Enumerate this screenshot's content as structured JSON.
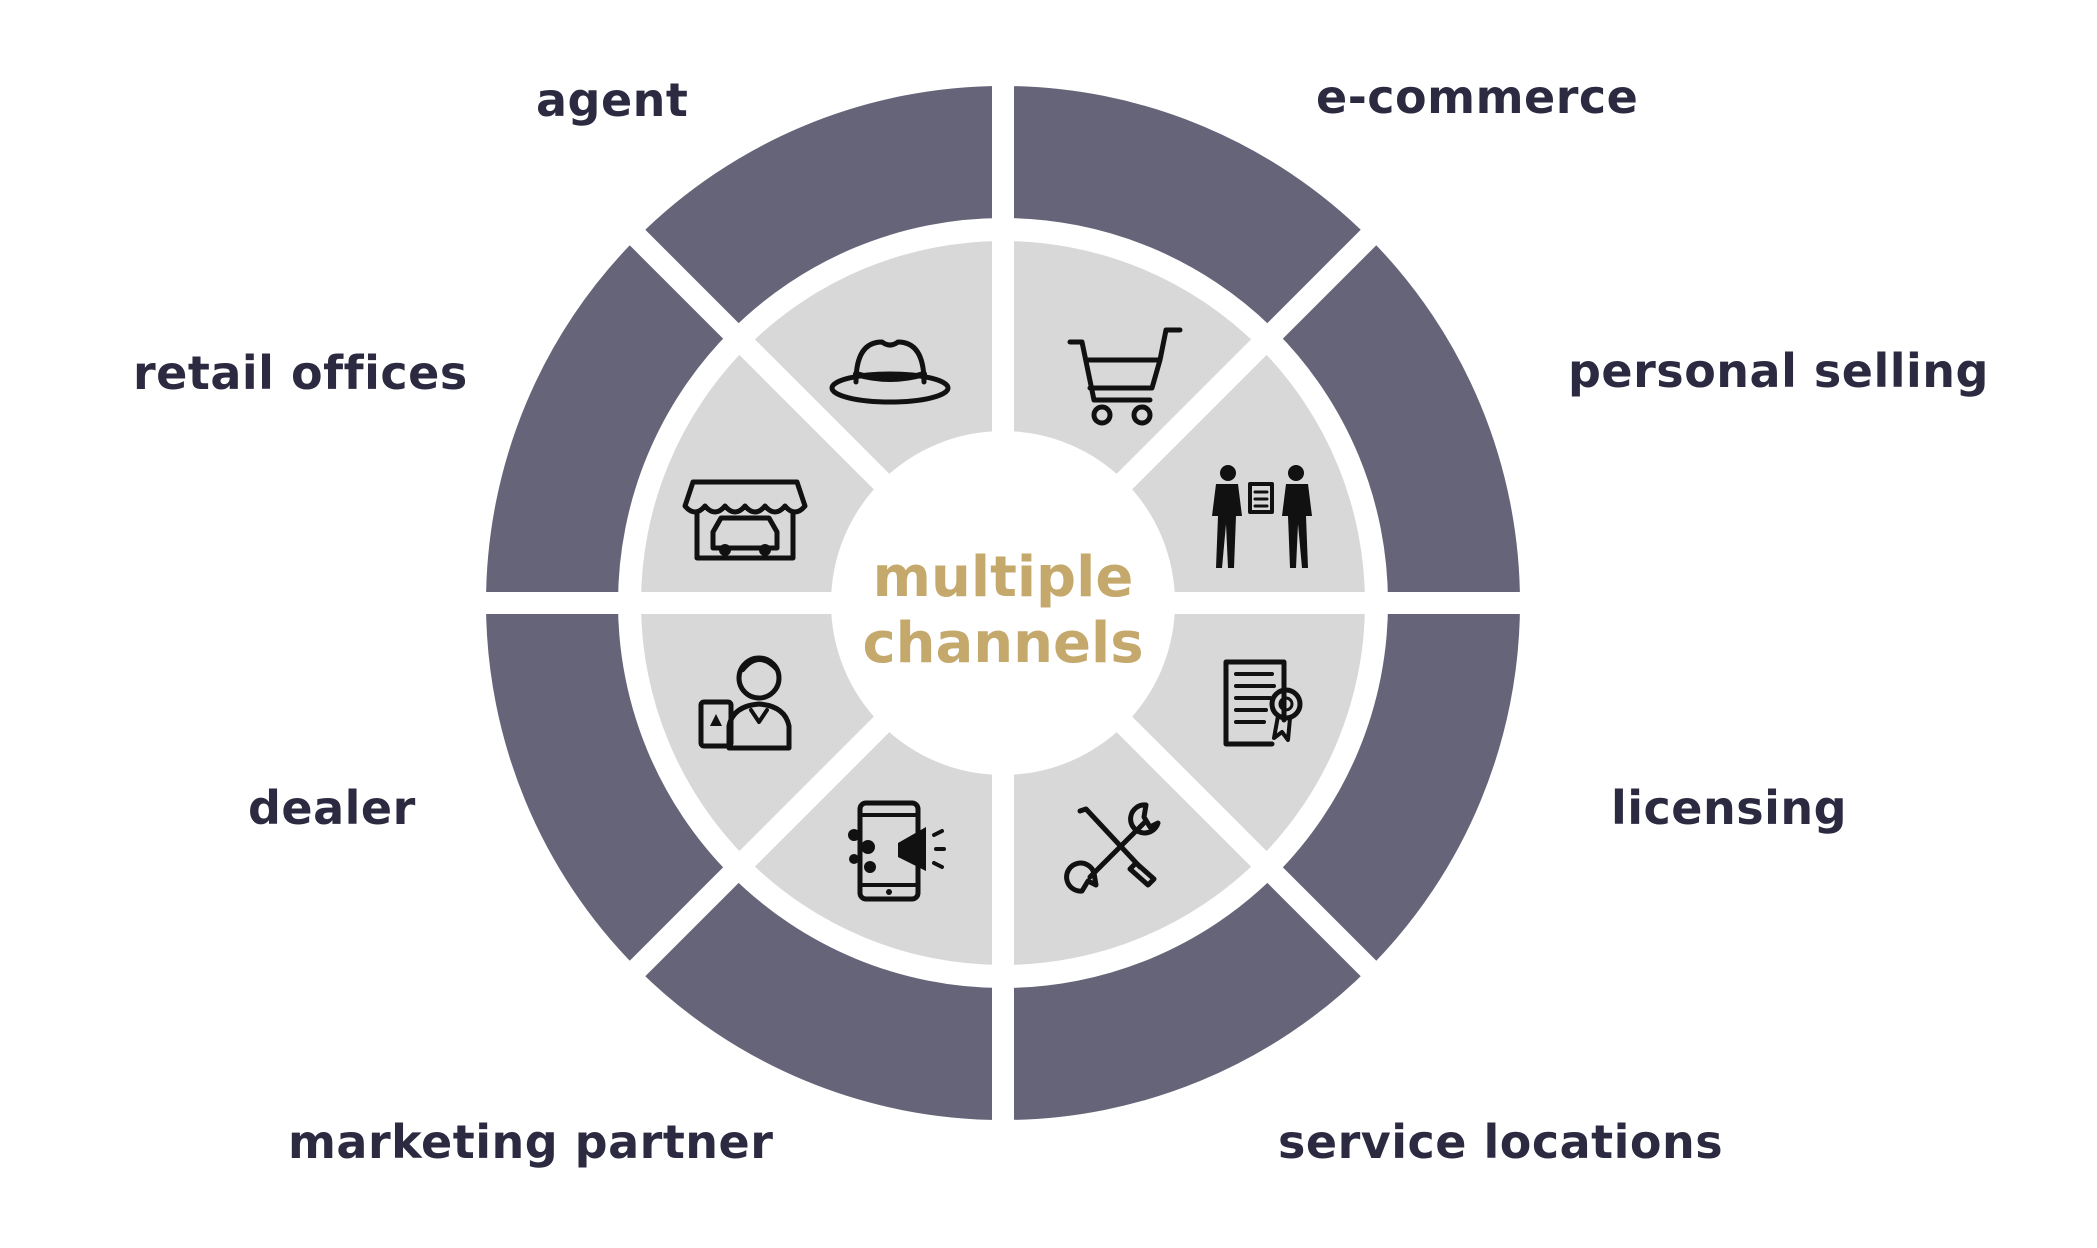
{
  "colors": {
    "outer_ring": "#666478",
    "inner_ring": "#d9d8d8",
    "background": "#ffffff",
    "label_text": "#2b2a40",
    "center_text": "#c4a86c",
    "icon": "#111111"
  },
  "center": {
    "line1": "multiple",
    "line2": "channels"
  },
  "channels": [
    {
      "label": "e-commerce",
      "icon": "shopping-cart-icon"
    },
    {
      "label": "personal selling",
      "icon": "handshake-people-icon"
    },
    {
      "label": "licensing",
      "icon": "certificate-icon"
    },
    {
      "label": "service locations",
      "icon": "wrench-screwdriver-icon"
    },
    {
      "label": "marketing partner",
      "icon": "mobile-megaphone-icon"
    },
    {
      "label": "dealer",
      "icon": "card-dealer-icon"
    },
    {
      "label": "retail offices",
      "icon": "car-storefront-icon"
    },
    {
      "label": "agent",
      "icon": "fedora-hat-icon"
    }
  ]
}
